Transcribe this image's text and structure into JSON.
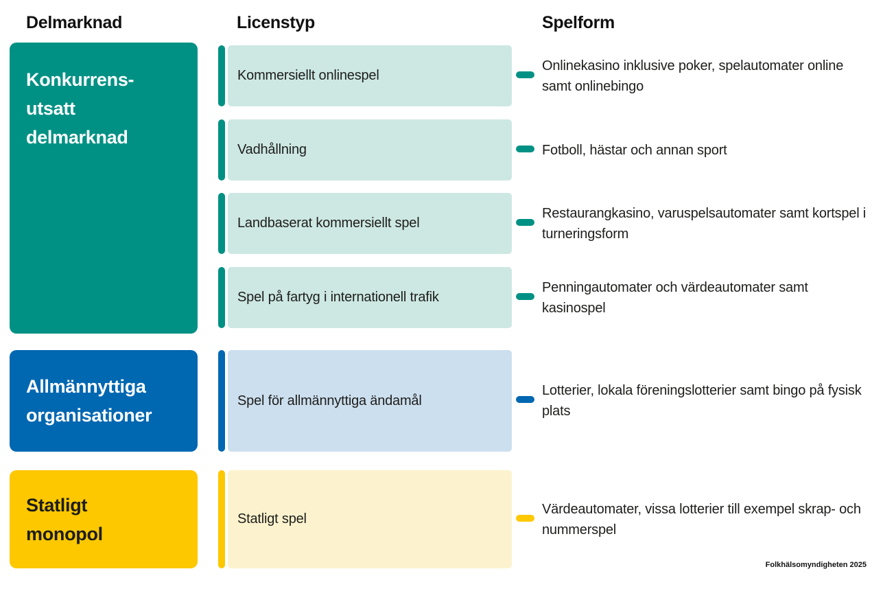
{
  "header": {
    "col1": "Delmarknad",
    "col2": "Licenstyp",
    "col3": "Spelform"
  },
  "colors": {
    "teal": "#009184",
    "teal_light": "#CDE8E3",
    "blue": "#0067B1",
    "blue_light": "#CCDFEE",
    "yellow": "#FDC800",
    "yellow_light": "#FCF3CE",
    "text": "#1d1d1b"
  },
  "submarkets": [
    {
      "label": "Konkurrens-\nutsatt\ndelmarknad"
    },
    {
      "label": "Allmännyttiga\norganisationer"
    },
    {
      "label": "Statligt\nmonopol"
    }
  ],
  "rows": [
    {
      "license": "Kommersiellt onlinespel",
      "spelform": "Onlinekasino inklusive poker, spelautomater online samt onlinebingo"
    },
    {
      "license": "Vadhållning",
      "spelform": "Fotboll, hästar och annan sport"
    },
    {
      "license": "Landbaserat kommersiellt spel",
      "spelform": "Restaurangkasino, varuspelsautomater samt kortspel i turneringsform"
    },
    {
      "license": "Spel på fartyg i internationell trafik",
      "spelform": "Penningautomater och värdeautomater samt kasinospel"
    },
    {
      "license": "Spel för allmännyttiga ändamål",
      "spelform": "Lotterier, lokala föreningslotterier samt bingo på fysisk plats"
    },
    {
      "license": "Statligt spel",
      "spelform": "Värdeautomater, vissa lotterier till exempel skrap- och nummerspel"
    }
  ],
  "footer": {
    "source": "Folkhälsomyndigheten 2025"
  }
}
